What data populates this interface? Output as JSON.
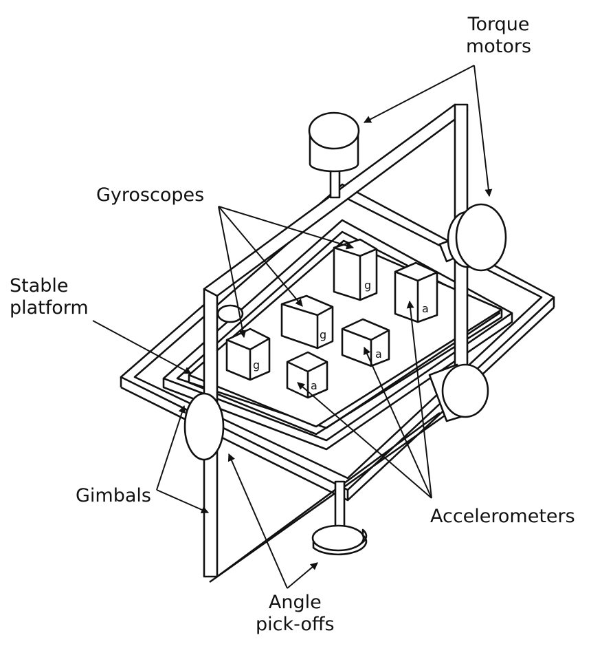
{
  "labels": {
    "torque_motors": [
      "Torque",
      "motors"
    ],
    "gyroscopes": "Gyroscopes",
    "stable_platform": [
      "Stable",
      "platform"
    ],
    "gimbals": "Gimbals",
    "accelerometers": "Accelerometers",
    "angle_pickoffs": [
      "Angle",
      "pick-offs"
    ]
  },
  "block_marks": {
    "gyro": "g",
    "accel": "a"
  },
  "colors": {
    "stroke": "#111111",
    "fill": "#ffffff"
  }
}
